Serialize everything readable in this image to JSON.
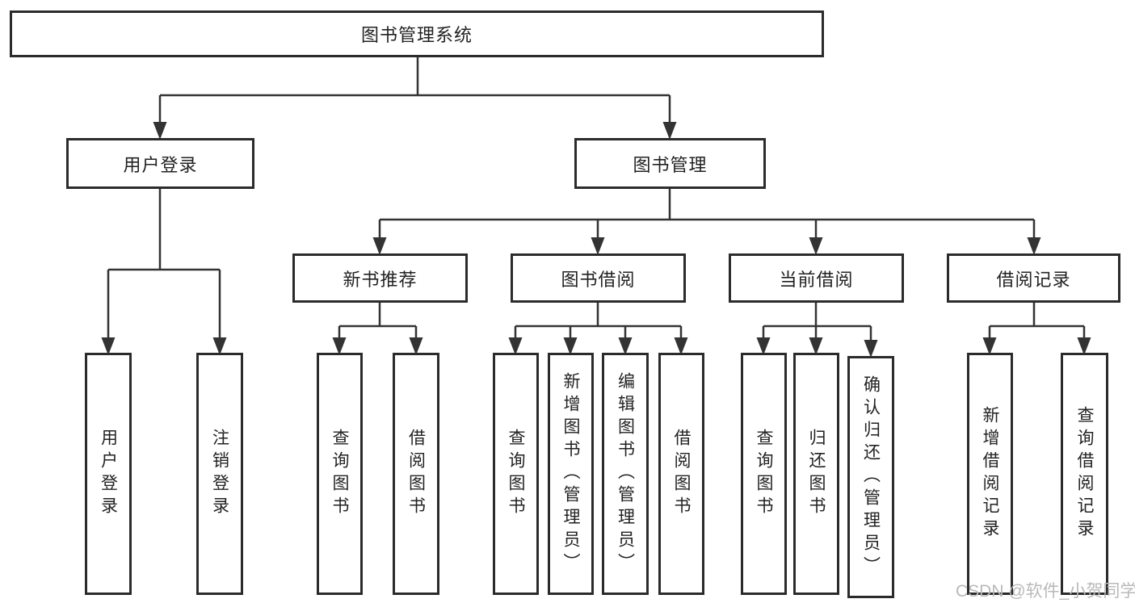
{
  "diagram": {
    "title": "图书管理系统",
    "watermark": "CSDN @软件_小贺同学",
    "level2": [
      {
        "label": "用户登录"
      },
      {
        "label": "图书管理"
      }
    ],
    "level3": [
      {
        "label": "新书推荐",
        "parent": "图书管理"
      },
      {
        "label": "图书借阅",
        "parent": "图书管理"
      },
      {
        "label": "当前借阅",
        "parent": "图书管理"
      },
      {
        "label": "借阅记录",
        "parent": "图书管理"
      }
    ],
    "leaves": [
      {
        "label": "用户登录",
        "parent": "用户登录"
      },
      {
        "label": "注销登录",
        "parent": "用户登录"
      },
      {
        "label": "查询图书",
        "parent": "新书推荐"
      },
      {
        "label": "借阅图书",
        "parent": "新书推荐"
      },
      {
        "label": "查询图书",
        "parent": "图书借阅"
      },
      {
        "label": "新增图书（管理员）",
        "parent": "图书借阅"
      },
      {
        "label": "编辑图书（管理员）",
        "parent": "图书借阅"
      },
      {
        "label": "借阅图书",
        "parent": "图书借阅"
      },
      {
        "label": "查询图书",
        "parent": "当前借阅"
      },
      {
        "label": "归还图书",
        "parent": "当前借阅"
      },
      {
        "label": "确认归还（管理员）",
        "parent": "当前借阅"
      },
      {
        "label": "新增借阅记录",
        "parent": "借阅记录"
      },
      {
        "label": "查询借阅记录",
        "parent": "借阅记录"
      }
    ]
  }
}
